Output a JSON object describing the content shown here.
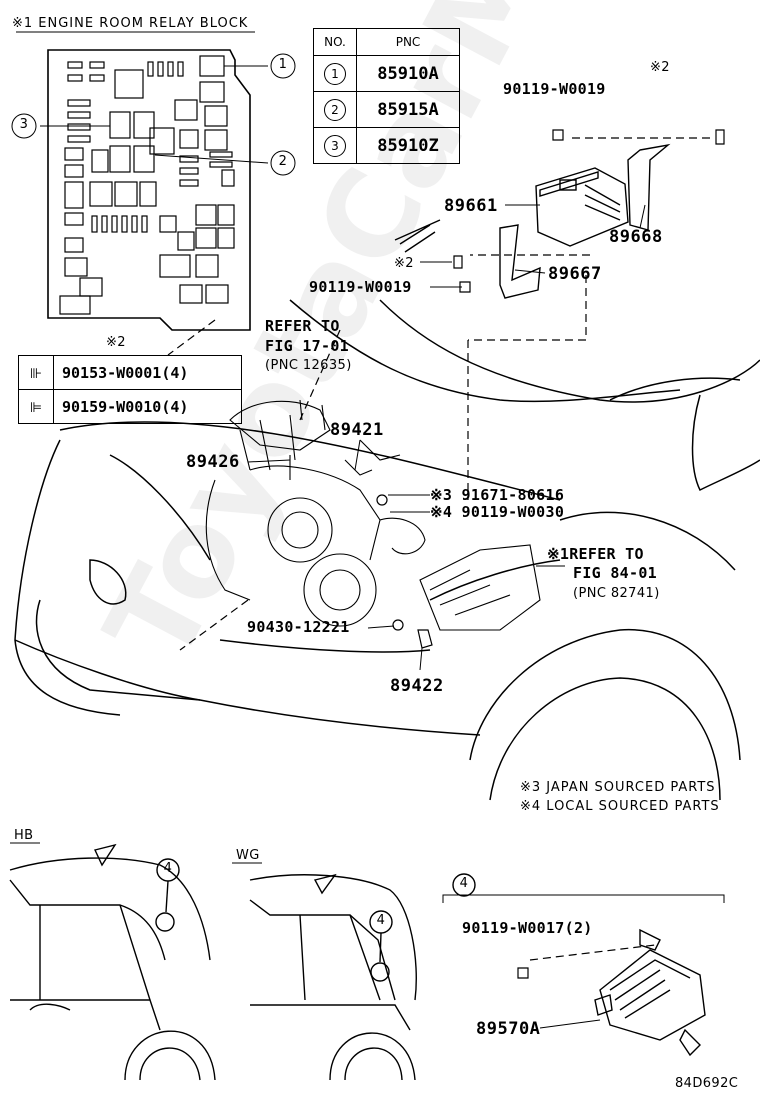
{
  "relay_block": {
    "title": "※1 ENGINE ROOM RELAY BLOCK"
  },
  "pnc_table": {
    "col_no": "NO.",
    "col_pnc": "PNC",
    "rows": [
      {
        "no": "1",
        "pnc": "85910A"
      },
      {
        "no": "2",
        "pnc": "85915A"
      },
      {
        "no": "3",
        "pnc": "85910Z"
      }
    ]
  },
  "callouts": {
    "c1": "1",
    "c2": "2",
    "c3": "3",
    "c4a": "4",
    "c4b": "4",
    "c4c": "4"
  },
  "bolt_table": {
    "note": "※2",
    "rows": [
      {
        "icon": "flange-bolt-icon",
        "part": "90153-W0001(4)"
      },
      {
        "icon": "hex-bolt-icon",
        "part": "90159-W0010(4)"
      }
    ]
  },
  "parts": {
    "p90119_top": "90119-W0019",
    "note2_top": "※2",
    "p89661": "89661",
    "p89668": "89668",
    "note2_mid": "※2",
    "p89667": "89667",
    "p90119_mid": "90119-W0019",
    "refer1_l1": "REFER TO",
    "refer1_l2": "FIG 17-01",
    "refer1_l3": "(PNC 12635)",
    "p89421": "89421",
    "p89426": "89426",
    "p91671": "※3 91671-80616",
    "p90119_w0030": "※4 90119-W0030",
    "refer2_l1": "※1REFER TO",
    "refer2_l2": "FIG 84-01",
    "refer2_l3": "(PNC 82741)",
    "p90430": "90430-12221",
    "p89422": "89422",
    "note3": "※3 JAPAN SOURCED PARTS",
    "note4": "※4 LOCAL SOURCED PARTS",
    "hb": "HB",
    "wg": "WG",
    "p90119_w0017": "90119-W0017(2)",
    "p89570a": "89570A",
    "fig_code": "84D692C"
  },
  "watermark": "ToyotaCarMiner.ru"
}
